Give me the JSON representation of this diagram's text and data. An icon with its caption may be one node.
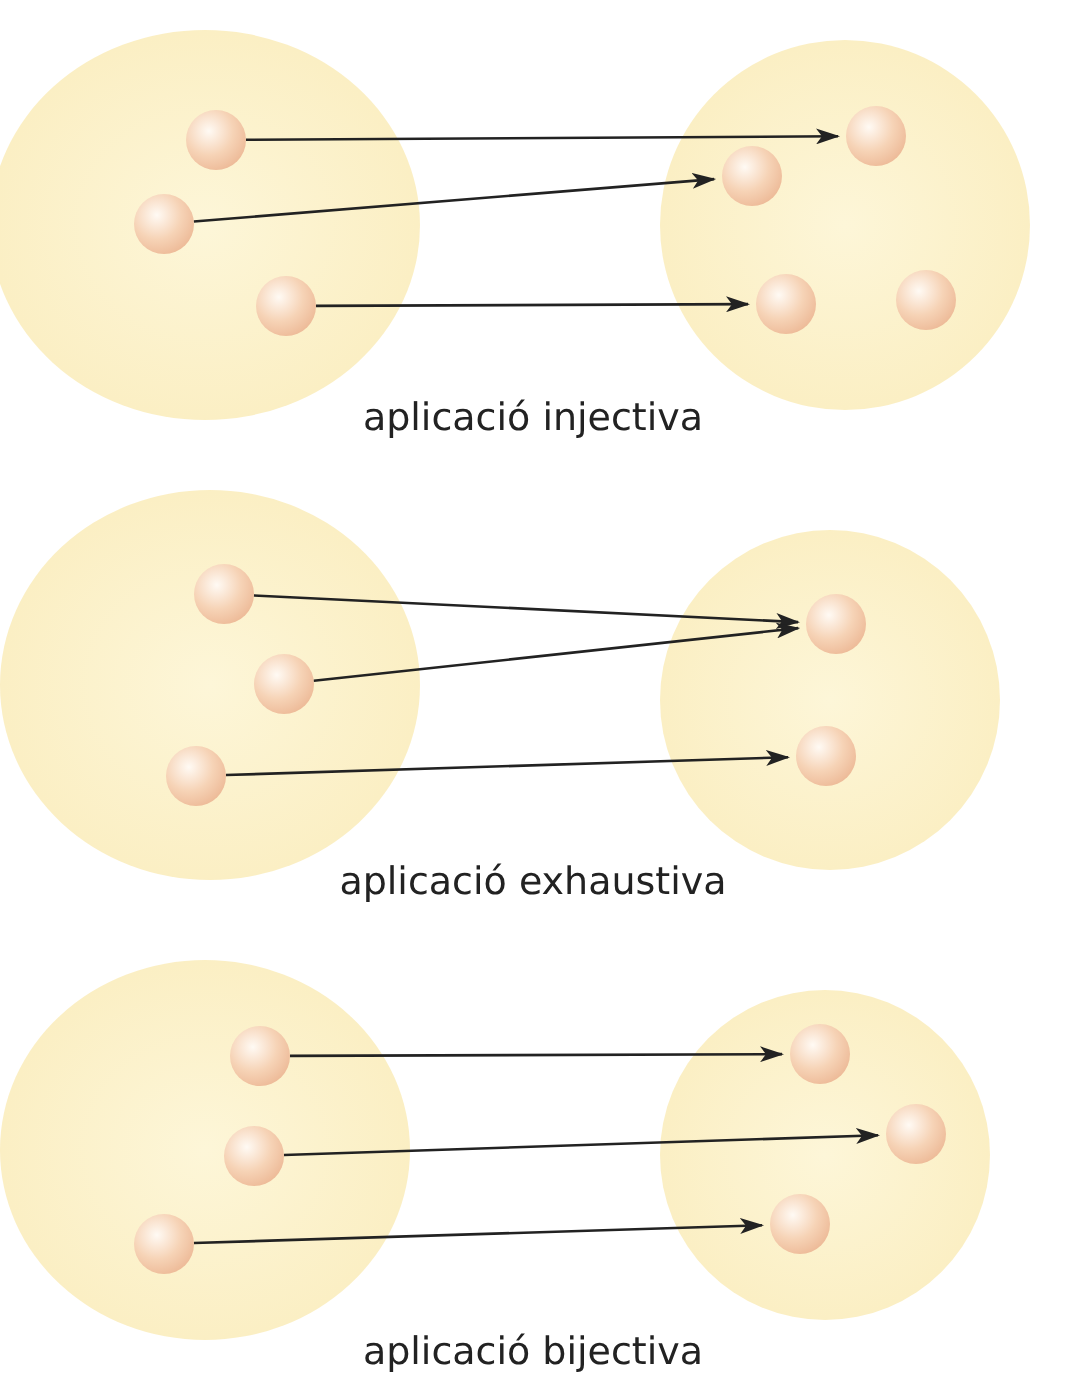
{
  "diagram": {
    "nodes": [
      {
        "text": [],
        "shape": "circle"
      },
      {
        "text": [],
        "shape": "circle",
        "in": 0
      },
      {
        "text": [],
        "shape": "circle",
        "in": 0
      },
      {
        "text": [],
        "shape": "circle",
        "in": 0
      },
      {
        "text": [],
        "shape": "circle"
      },
      {
        "text": [],
        "shape": "circle",
        "in": 4
      },
      {
        "text": [],
        "shape": "circle",
        "in": 4
      },
      {
        "text": [],
        "shape": "circle",
        "in": 4
      },
      {
        "text": [],
        "shape": "circle",
        "in": 4
      },
      {
        "text": [],
        "shape": "circle"
      },
      {
        "text": [],
        "shape": "circle",
        "in": 9
      },
      {
        "text": [],
        "shape": "circle",
        "in": 9
      },
      {
        "text": [],
        "shape": "circle",
        "in": 9
      },
      {
        "text": [],
        "shape": "circle"
      },
      {
        "text": [],
        "shape": "circle",
        "in": 13
      },
      {
        "text": [],
        "shape": "circle",
        "in": 13
      },
      {
        "text": [],
        "shape": "circle"
      },
      {
        "text": [],
        "shape": "circle",
        "in": 16
      },
      {
        "text": [],
        "shape": "circle",
        "in": 16
      },
      {
        "text": [],
        "shape": "circle",
        "in": 16
      },
      {
        "text": [],
        "shape": "circle"
      },
      {
        "text": [],
        "shape": "circle",
        "in": 20
      },
      {
        "text": [],
        "shape": "circle",
        "in": 20
      },
      {
        "text": [],
        "shape": "circle",
        "in": 20
      }
    ],
    "edges": [
      {
        "from": 1,
        "to": 5,
        "arrow": "to"
      },
      {
        "from": 2,
        "to": 6,
        "arrow": "to"
      },
      {
        "from": 3,
        "to": 7,
        "arrow": "to"
      },
      {
        "from": 10,
        "to": 14,
        "arrow": "to"
      },
      {
        "from": 11,
        "to": 14,
        "arrow": "to"
      },
      {
        "from": 12,
        "to": 15,
        "arrow": "to"
      },
      {
        "from": 17,
        "to": 21,
        "arrow": "to"
      },
      {
        "from": 18,
        "to": 22,
        "arrow": "to"
      },
      {
        "from": 19,
        "to": 23,
        "arrow": "to"
      }
    ],
    "labels": [
      "aplicació injectiva",
      "aplicació exhaustiva",
      "aplicació bijectiva"
    ]
  }
}
